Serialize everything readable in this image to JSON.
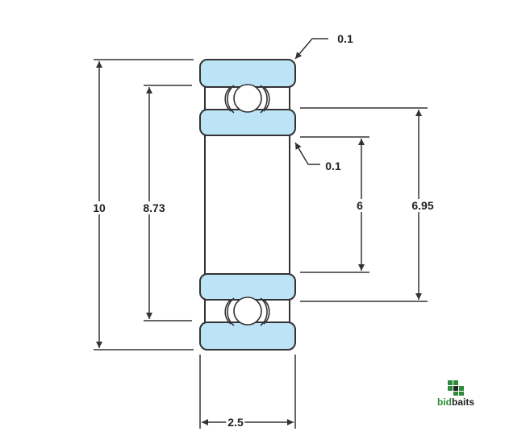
{
  "dimensions": {
    "outer_diameter": "10",
    "inner_ring_outer_diameter": "8.73",
    "bore": "6",
    "outer_ring_inner_diameter": "6.95",
    "width": "2.5",
    "chamfer_outer": "0.1",
    "chamfer_inner": "0.1"
  },
  "logo": {
    "prefix": "bid",
    "suffix": "baits"
  },
  "colors": {
    "ring_fill": "#bde3f6",
    "ring_stroke": "#333333",
    "line": "#333333",
    "logo_green": "#2e8b3a"
  }
}
